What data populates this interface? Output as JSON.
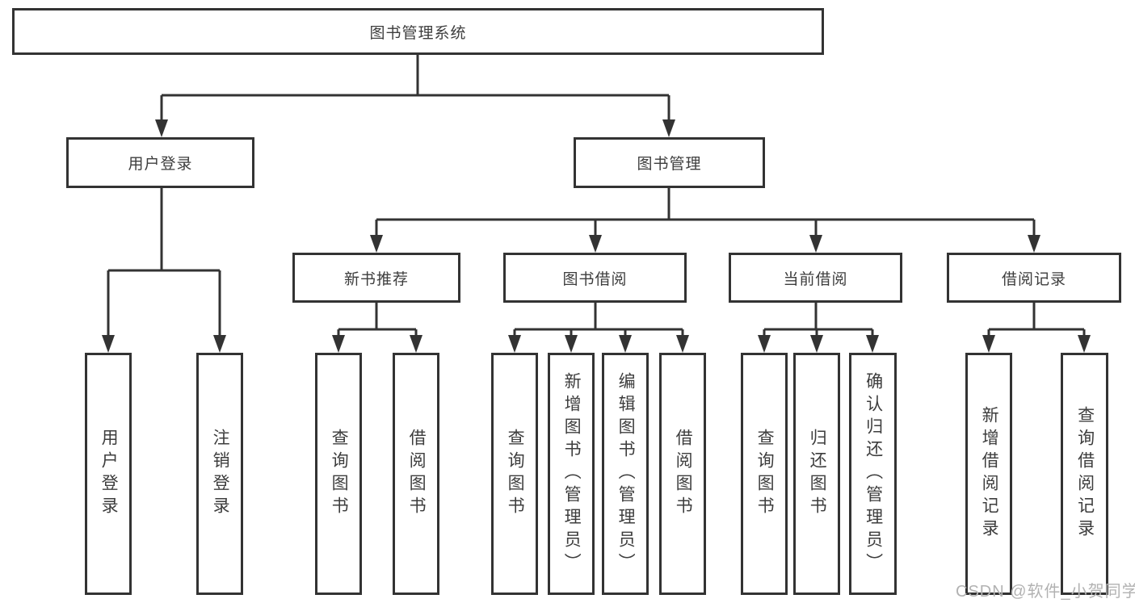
{
  "diagram": {
    "root": "图书管理系统",
    "level2": [
      "用户登录",
      "图书管理"
    ],
    "level3": [
      "新书推荐",
      "图书借阅",
      "当前借阅",
      "借阅记录"
    ],
    "leaves": [
      "用户登录",
      "注销登录",
      "查询图书",
      "借阅图书",
      "查询图书",
      "新增图书（管理员）",
      "编辑图书（管理员）",
      "借阅图书",
      "查询图书",
      "归还图书",
      "确认归还（管理员）",
      "新增借阅记录",
      "查询借阅记录"
    ]
  },
  "watermark": "CSDN @软件_小贺同学",
  "colors": {
    "line": "#333333",
    "box_border": "#333333",
    "text": "#3d3d3d",
    "watermark": "#b2b2b2",
    "background": "#ffffff"
  }
}
